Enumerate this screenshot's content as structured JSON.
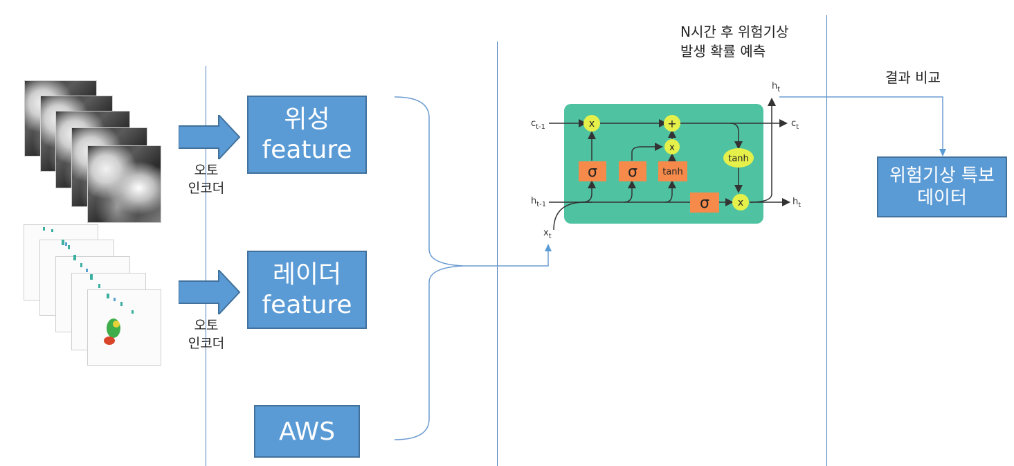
{
  "satellite_feature_box": {
    "line1": "위성",
    "line2": "feature"
  },
  "radar_feature_box": {
    "line1": "레이더",
    "line2": "feature"
  },
  "aws_box": {
    "label": "AWS"
  },
  "autoencoder_label_1": {
    "line1": "오토",
    "line2": "인코더"
  },
  "autoencoder_label_2": {
    "line1": "오토",
    "line2": "인코더"
  },
  "prediction_title": {
    "line1": "N시간 후 위험기상",
    "line2": "발생 확률 예측"
  },
  "compare_label": "결과 비교",
  "result_box": {
    "line1": "위험기상 특보",
    "line2": "데이터"
  },
  "lstm_cell": {
    "c_prev": "c",
    "c_prev_sub": "t-1",
    "h_prev": "h",
    "h_prev_sub": "t-1",
    "x_in": "x",
    "x_in_sub": "t",
    "c_out": "c",
    "c_out_sub": "t",
    "h_out": "h",
    "h_out_sub": "t",
    "h_top": "h",
    "h_top_sub": "t",
    "mult_symbol": "x",
    "add_symbol": "+",
    "sigma_symbol": "σ",
    "tanh_label": "tanh",
    "colors": {
      "cell_fill": "#4fc3a1",
      "gate_fill": "#f58a4b",
      "op_fill": "#e6f04a"
    }
  }
}
